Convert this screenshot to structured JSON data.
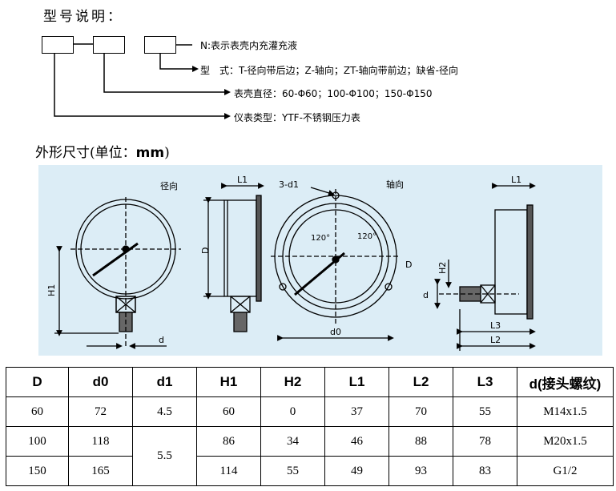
{
  "header": {
    "model_title": "型号说明：",
    "legend": [
      "N:表示表壳内充灌充液",
      "型　式：T-径向带后边；Z-轴向；ZT-轴向带前边；缺省-径向",
      "表壳直径：60-Φ60；100-Φ100；150-Φ150",
      "仪表类型：YTF-不锈钢压力表"
    ]
  },
  "dimensions": {
    "title_prefix": "外形尺寸(单位：",
    "title_unit": "mm",
    "title_suffix": ")",
    "labels": {
      "radial": "径向",
      "axial": "轴向",
      "H1": "H1",
      "H2": "H2",
      "D": "D",
      "d": "d",
      "d0": "d0",
      "d1": "3-d1",
      "L1": "L1",
      "L2": "L2",
      "L3": "L3",
      "angle": "120°"
    }
  },
  "table": {
    "headers": [
      "D",
      "d0",
      "d1",
      "H1",
      "H2",
      "L1",
      "L2",
      "L3",
      "d(接头螺纹)"
    ],
    "rows": [
      [
        "60",
        "72",
        "4.5",
        "60",
        "0",
        "37",
        "70",
        "55",
        "M14x1.5"
      ],
      [
        "100",
        "118",
        "5.5",
        "86",
        "34",
        "46",
        "88",
        "78",
        "M20x1.5"
      ],
      [
        "150",
        "165",
        "",
        "114",
        "55",
        "49",
        "93",
        "83",
        "G1/2"
      ]
    ]
  }
}
